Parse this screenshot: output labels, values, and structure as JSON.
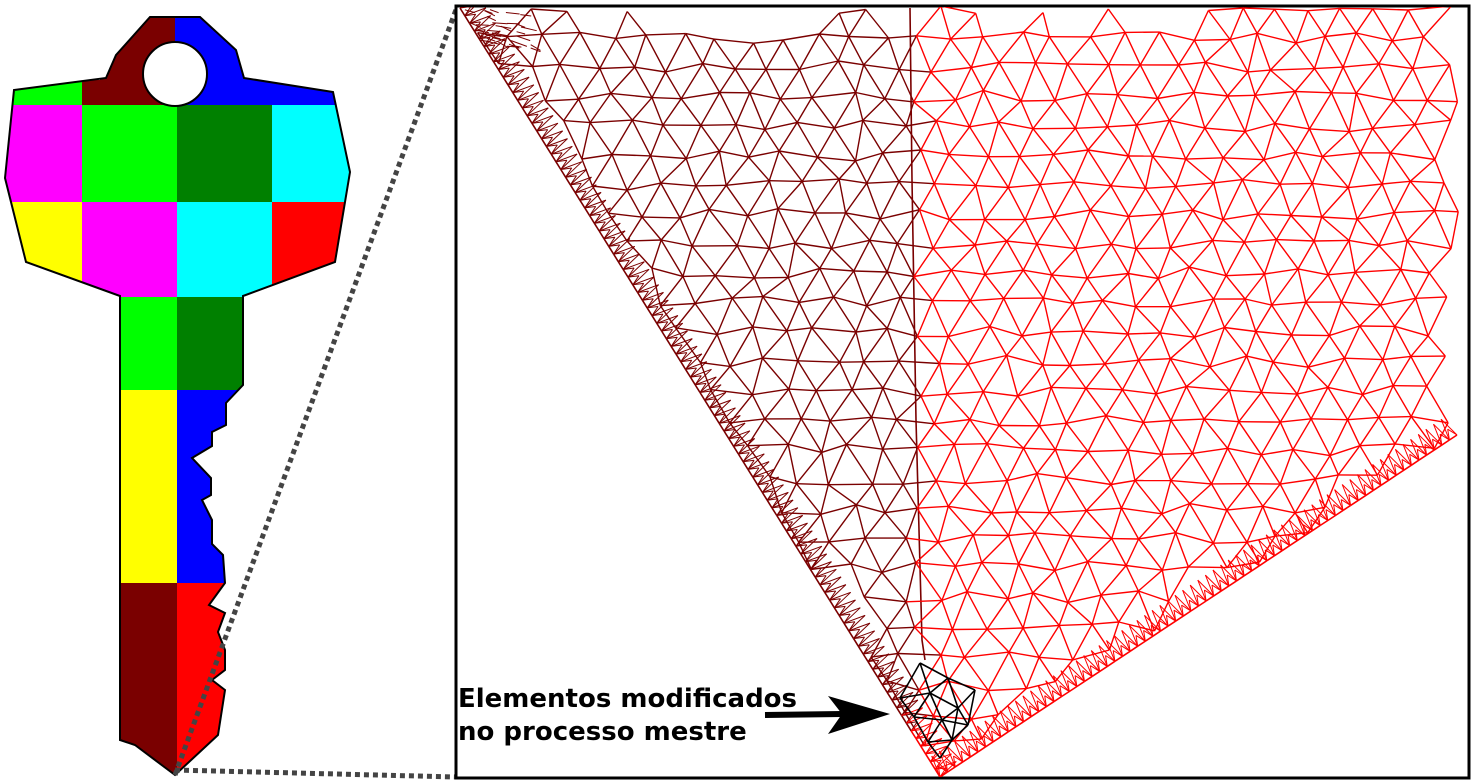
{
  "annotation": {
    "line1": "Elementos modificados",
    "line2": "no processo mestre"
  },
  "colors": {
    "dark_red": "#7a0000",
    "red": "#ff0000",
    "green": "#00ff00",
    "dark_green": "#008000",
    "blue": "#0000ff",
    "magenta": "#ff00ff",
    "cyan": "#00ffff",
    "yellow": "#ffff00",
    "mesh_dark": "#7a0000",
    "mesh_light": "#ff0000",
    "mesh_modified": "#000000"
  },
  "partitions": [
    {
      "name": "bow-top-left",
      "color": "dark_red"
    },
    {
      "name": "bow-top-right",
      "color": "blue"
    },
    {
      "name": "row1-a",
      "color": "green"
    },
    {
      "name": "row1-b",
      "color": "dark_red"
    },
    {
      "name": "row1-c",
      "color": "blue"
    },
    {
      "name": "row2-a",
      "color": "magenta"
    },
    {
      "name": "row2-b",
      "color": "green"
    },
    {
      "name": "row2-c",
      "color": "dark_green"
    },
    {
      "name": "row2-d",
      "color": "cyan"
    },
    {
      "name": "row3-a",
      "color": "yellow"
    },
    {
      "name": "row3-b",
      "color": "magenta"
    },
    {
      "name": "row3-c",
      "color": "cyan"
    },
    {
      "name": "row3-d",
      "color": "red"
    },
    {
      "name": "neck-a",
      "color": "magenta"
    },
    {
      "name": "neck-b",
      "color": "cyan"
    },
    {
      "name": "shaft1-a",
      "color": "green"
    },
    {
      "name": "shaft1-b",
      "color": "dark_green"
    },
    {
      "name": "shaft2-a",
      "color": "yellow"
    },
    {
      "name": "shaft2-b",
      "color": "blue"
    },
    {
      "name": "shaft3-a",
      "color": "dark_red"
    },
    {
      "name": "shaft3-b",
      "color": "red"
    }
  ]
}
